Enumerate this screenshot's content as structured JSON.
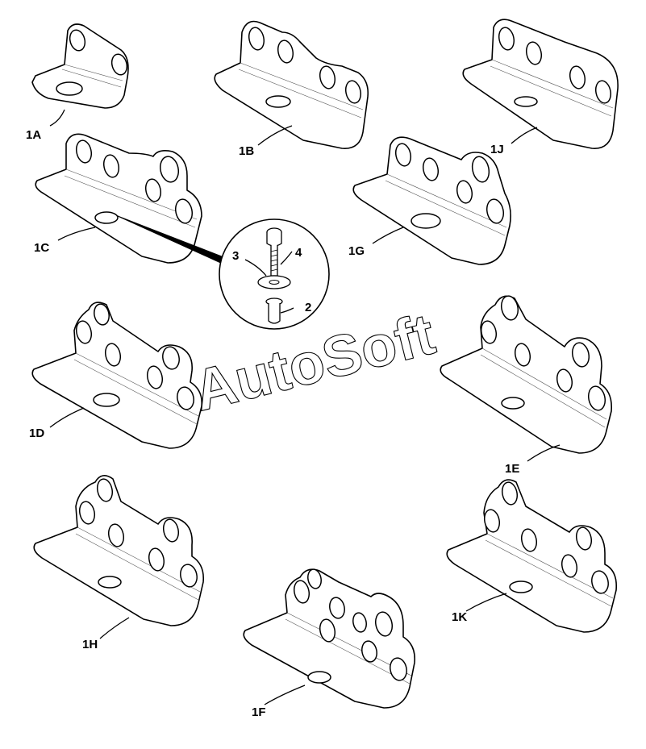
{
  "callouts": {
    "p1A": "1A",
    "p1B": "1B",
    "p1J": "1J",
    "p1C": "1C",
    "p1G": "1G",
    "p1D": "1D",
    "p1E": "1E",
    "p1H": "1H",
    "p1F": "1F",
    "p1K": "1K",
    "i2": "2",
    "i3": "3",
    "i4": "4"
  },
  "watermark": "AutoSoft"
}
